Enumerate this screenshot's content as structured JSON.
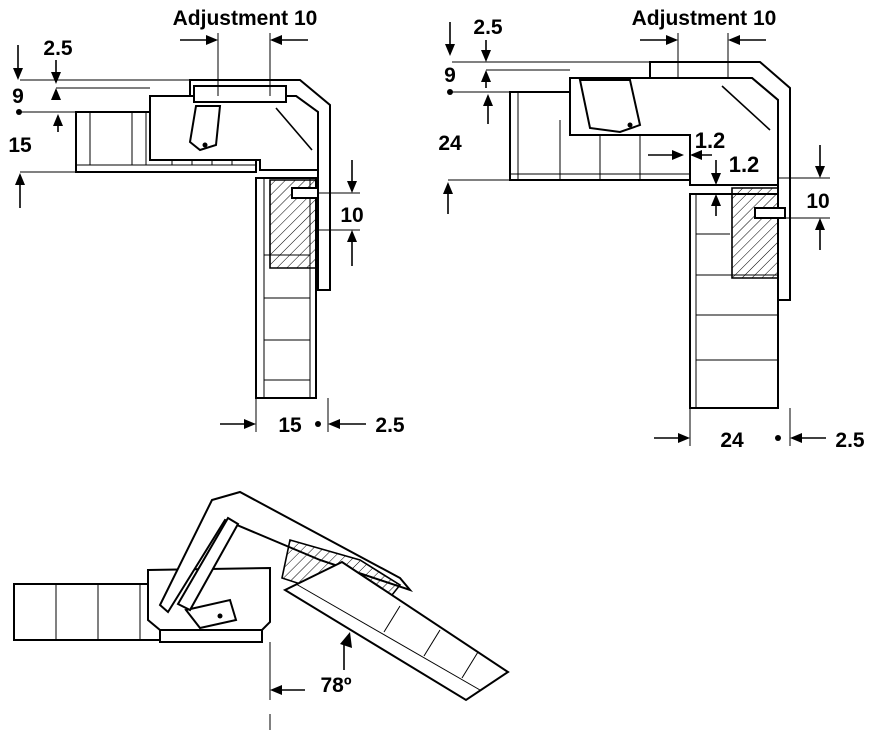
{
  "diagram_a": {
    "adjustment": "Adjustment 10",
    "dim_top_small": "2.5",
    "dim_top_9": "9",
    "dim_left_15": "15",
    "dim_right_10": "10",
    "dim_bottom_15": "15",
    "dim_bottom_25": "2.5"
  },
  "diagram_b": {
    "adjustment": "Adjustment 10",
    "dim_top_small": "2.5",
    "dim_top_9": "9",
    "dim_left_24": "24",
    "dim_gap_12a": "1.2",
    "dim_gap_12b": "1.2",
    "dim_right_10": "10",
    "dim_bottom_24": "24",
    "dim_bottom_25": "2.5"
  },
  "diagram_c": {
    "angle": "78º"
  },
  "colors": {
    "ink": "#000000",
    "paper": "#ffffff"
  }
}
